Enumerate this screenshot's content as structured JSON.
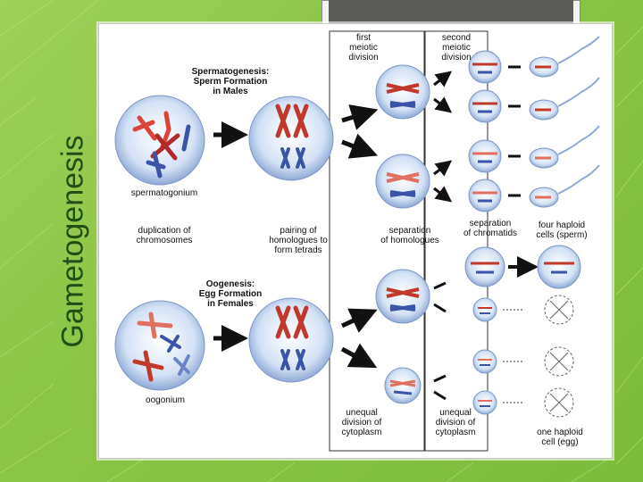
{
  "slide": {
    "title": "Gametogenesis"
  },
  "diagram": {
    "spermatogenesis_title": [
      "Spermatogenesis:",
      "Sperm Formation",
      "in Males"
    ],
    "spermatogonium": "spermatogonium",
    "duplication": [
      "duplication of",
      "chromosomes"
    ],
    "pairing": [
      "pairing of",
      "homologues to",
      "form tetrads"
    ],
    "oogenesis_title": [
      "Oogenesis:",
      "Egg Formation",
      "in Females"
    ],
    "oogonium": "oogonium",
    "first_meiotic": [
      "first",
      "meiotic",
      "division"
    ],
    "second_meiotic": [
      "second",
      "meiotic",
      "division"
    ],
    "separation_homologues": [
      "separation",
      "of homologues"
    ],
    "separation_chromatids": [
      "separation",
      "of chromatids"
    ],
    "four_haploid": [
      "four haploid",
      "cells (sperm)"
    ],
    "unequal_1": [
      "unequal",
      "division of",
      "cytoplasm"
    ],
    "unequal_2": [
      "unequal",
      "division of",
      "cytoplasm"
    ],
    "one_haploid": [
      "one haploid",
      "cell (egg)"
    ]
  },
  "colors": {
    "background": "#8cc545",
    "title": "#1f4f14",
    "cell_fill": "#c9d9f0",
    "chromosome_red": "#d9453a",
    "chromosome_blue": "#3a55a8",
    "arrow": "#111111"
  }
}
